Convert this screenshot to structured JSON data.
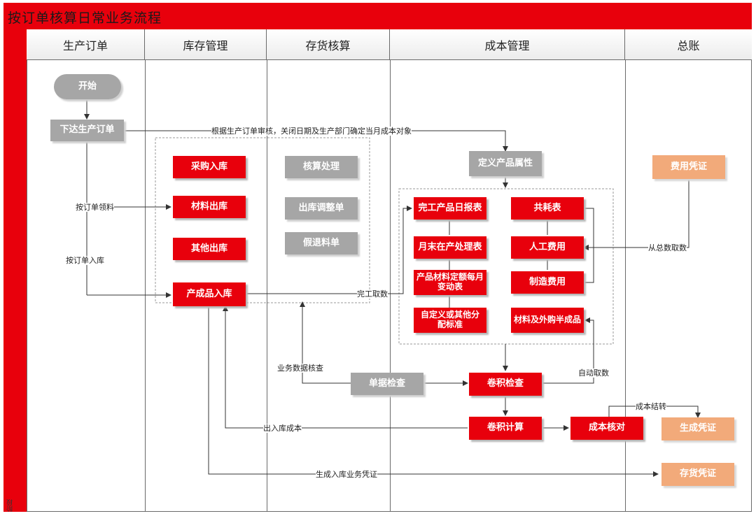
{
  "title": "按订单核算日常业务流程",
  "side_label": "阶段",
  "lanes": [
    "生产订单",
    "库存管理",
    "存货核算",
    "成本管理",
    "总账"
  ],
  "nodes": {
    "start": "开始",
    "issue_order": "下达生产订单",
    "purchase_in": "采购入库",
    "material_out": "材料出库",
    "other_out": "其他出库",
    "product_in": "产成品入库",
    "accounting": "核算处理",
    "out_adjust": "出库调整单",
    "false_return": "假退料单",
    "define_attr": "定义产品属性",
    "daily_report": "完工产品日报表",
    "wip_table": "月末在产处理表",
    "quota_change": "产品材料定额每月变动表",
    "custom_alloc": "自定义或其他分配标准",
    "shared": "共耗表",
    "labor": "人工费用",
    "manufacturing": "制造费用",
    "outsourced": "材料及外购半成品",
    "expense_voucher": "费用凭证",
    "doc_check": "单据检查",
    "rollup_check": "卷积检查",
    "rollup_calc": "卷积计算",
    "cost_verify": "成本核对",
    "gen_voucher": "生成凭证",
    "inventory_voucher": "存货凭证"
  },
  "edge_labels": {
    "order_to_define": "根据生产订单审核，关闭日期及生产部门确定当月成本对象",
    "pick_by_order": "按订单领料",
    "in_by_order": "按订单入库",
    "finished_data": "完工取数",
    "from_gl": "从总数取数",
    "auto_fetch": "自动取数",
    "business_check": "业务数据核查",
    "inout_cost": "出入库成本",
    "cost_carry": "成本结转",
    "gen_in_voucher": "生成入库业务凭证"
  },
  "colors": {
    "red": "#e8000c",
    "gray": "#a6a6a6",
    "orange": "#f2aa7a",
    "line": "#333333"
  }
}
